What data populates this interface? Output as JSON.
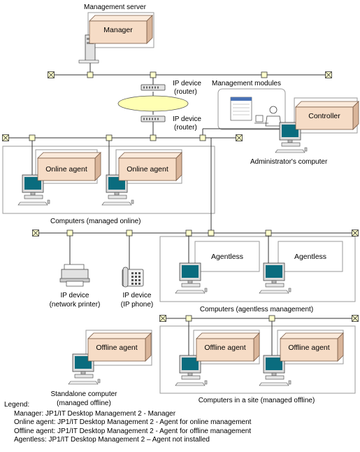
{
  "labels": {
    "management_server": "Management server",
    "manager": "Manager",
    "ip_device_router": [
      "IP device",
      "(router)"
    ],
    "management_modules": "Management modules",
    "controller": "Controller",
    "administrators_computer": "Administrator's computer",
    "online_agent": "Online agent",
    "computers_managed_online": "Computers (managed online)",
    "agentless": "Agentless",
    "ip_device_printer": [
      "IP device",
      "(network printer)"
    ],
    "ip_device_phone": [
      "IP device",
      "(IP phone)"
    ],
    "computers_agentless": "Computers (agentless management)",
    "offline_agent": "Offline agent",
    "standalone_computer": [
      "Standalone computer",
      "(managed offline)"
    ],
    "computers_in_site": "Computers in a site (managed offline)"
  },
  "legend": {
    "title": "Legend:",
    "items": [
      "Manager: JP1/IT Desktop Management 2 - Manager",
      "Online agent: JP1/IT Desktop Management 2 - Agent for online management",
      "Offline agent: JP1/IT Desktop Management 2 - Agent for offline management",
      "Agentless: JP1/IT Desktop Management 2 – Agent not installed"
    ]
  },
  "colors": {
    "box_fill": "#f6dcc6",
    "box_side": "#d9b59a",
    "group_border": "#9a9a9a",
    "node_fill": "#ffffcc",
    "router_oval": "#ffffb3",
    "monitor_screen": "#0a6c7e"
  }
}
